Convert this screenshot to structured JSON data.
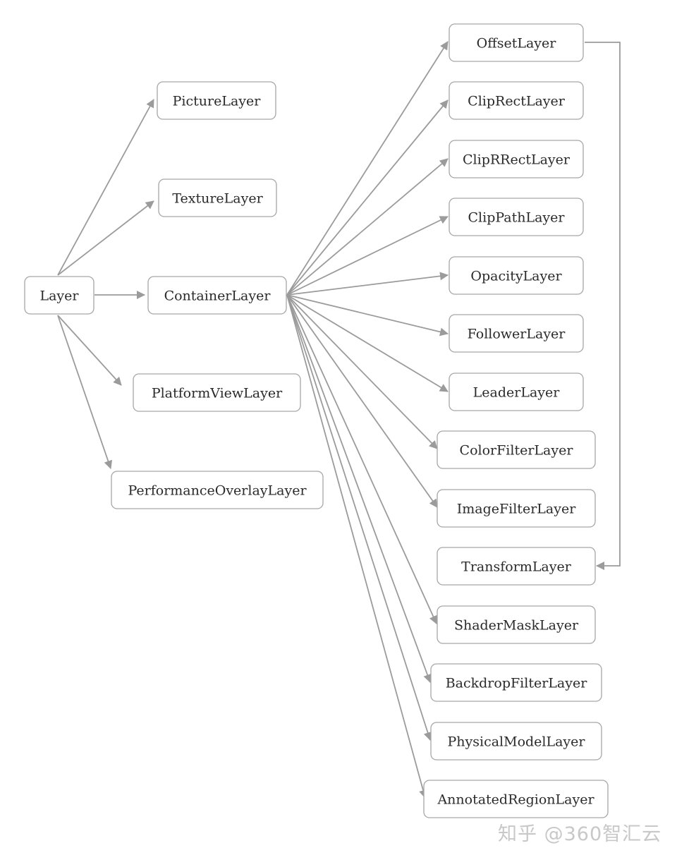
{
  "nodes": [
    {
      "id": "layer",
      "label": "Layer",
      "name": "node-layer"
    },
    {
      "id": "picture",
      "label": "PictureLayer",
      "name": "node-picture-layer"
    },
    {
      "id": "texture",
      "label": "TextureLayer",
      "name": "node-texture-layer"
    },
    {
      "id": "container",
      "label": "ContainerLayer",
      "name": "node-container-layer"
    },
    {
      "id": "platformview",
      "label": "PlatformViewLayer",
      "name": "node-platform-view-layer"
    },
    {
      "id": "performance",
      "label": "PerformanceOverlayLayer",
      "name": "node-performance-overlay-layer"
    },
    {
      "id": "offset",
      "label": "OffsetLayer",
      "name": "node-offset-layer"
    },
    {
      "id": "cliprect",
      "label": "ClipRectLayer",
      "name": "node-clip-rect-layer"
    },
    {
      "id": "cliprrect",
      "label": "ClipRRectLayer",
      "name": "node-clip-rrect-layer"
    },
    {
      "id": "clippath",
      "label": "ClipPathLayer",
      "name": "node-clip-path-layer"
    },
    {
      "id": "opacity",
      "label": "OpacityLayer",
      "name": "node-opacity-layer"
    },
    {
      "id": "follower",
      "label": "FollowerLayer",
      "name": "node-follower-layer"
    },
    {
      "id": "leader",
      "label": "LeaderLayer",
      "name": "node-leader-layer"
    },
    {
      "id": "colorfilter",
      "label": "ColorFilterLayer",
      "name": "node-color-filter-layer"
    },
    {
      "id": "imagefilter",
      "label": "ImageFilterLayer",
      "name": "node-image-filter-layer"
    },
    {
      "id": "transform",
      "label": "TransformLayer",
      "name": "node-transform-layer"
    },
    {
      "id": "shadermask",
      "label": "ShaderMaskLayer",
      "name": "node-shader-mask-layer"
    },
    {
      "id": "backdropfilter",
      "label": "BackdropFilterLayer",
      "name": "node-backdrop-filter-layer"
    },
    {
      "id": "physicalmodel",
      "label": "PhysicalModelLayer",
      "name": "node-physical-model-layer"
    },
    {
      "id": "annotatedregion",
      "label": "AnnotatedRegionLayer",
      "name": "node-annotated-region-layer"
    }
  ],
  "edges": [
    {
      "from": "layer",
      "to": "picture"
    },
    {
      "from": "layer",
      "to": "texture"
    },
    {
      "from": "layer",
      "to": "container"
    },
    {
      "from": "layer",
      "to": "platformview"
    },
    {
      "from": "layer",
      "to": "performance"
    },
    {
      "from": "container",
      "to": "offset"
    },
    {
      "from": "container",
      "to": "cliprect"
    },
    {
      "from": "container",
      "to": "cliprrect"
    },
    {
      "from": "container",
      "to": "clippath"
    },
    {
      "from": "container",
      "to": "opacity"
    },
    {
      "from": "container",
      "to": "follower"
    },
    {
      "from": "container",
      "to": "leader"
    },
    {
      "from": "container",
      "to": "colorfilter"
    },
    {
      "from": "container",
      "to": "imagefilter"
    },
    {
      "from": "container",
      "to": "shadermask"
    },
    {
      "from": "container",
      "to": "backdropfilter"
    },
    {
      "from": "container",
      "to": "physicalmodel"
    },
    {
      "from": "container",
      "to": "annotatedregion"
    },
    {
      "from": "offset",
      "to": "transform"
    }
  ],
  "watermark": "知乎 @360智汇云",
  "colors": {
    "edge": "#9b9b9b",
    "node_border": "#a6a6a6",
    "node_text": "#2a2a2a",
    "watermark": "#c8c8c8"
  }
}
